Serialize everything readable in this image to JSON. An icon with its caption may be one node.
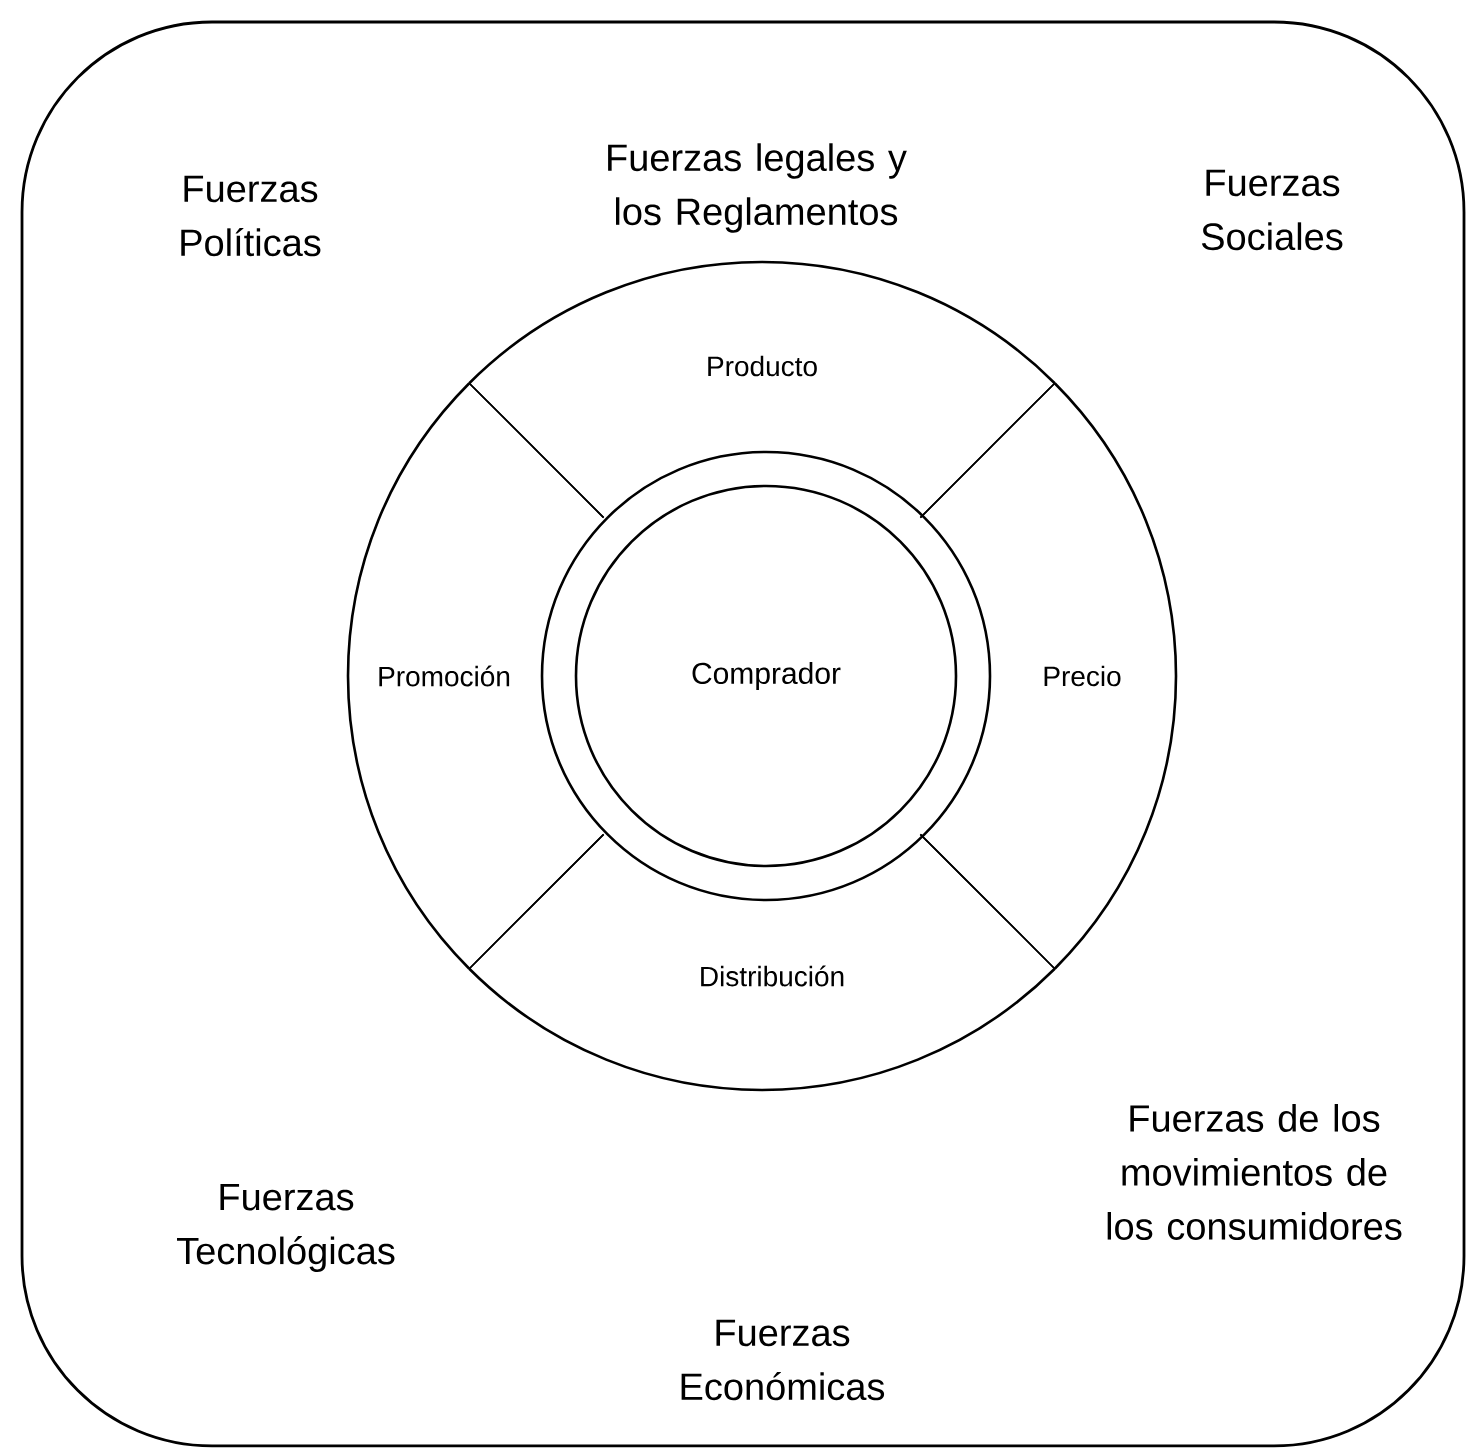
{
  "diagram": {
    "nodes": [
      {
        "text": [],
        "shape": "box"
      },
      {
        "text": [
          "Producto"
        ],
        "in": 0
      },
      {
        "text": [
          "Promoción"
        ],
        "in": 0
      },
      {
        "text": [
          "Comprador"
        ],
        "in": 0
      },
      {
        "text": [
          "Precio"
        ],
        "in": 0
      },
      {
        "text": [
          "Distribución"
        ],
        "in": 0
      }
    ],
    "labels": [
      "Fuerzas Políticas",
      "Fuerzas legales y los Reglamentos",
      "Fuerzas Sociales",
      "Fuerzas de los movimientos de los consumidores",
      "Fuerzas Tecnológicas",
      "Fuerzas Económicas"
    ]
  }
}
